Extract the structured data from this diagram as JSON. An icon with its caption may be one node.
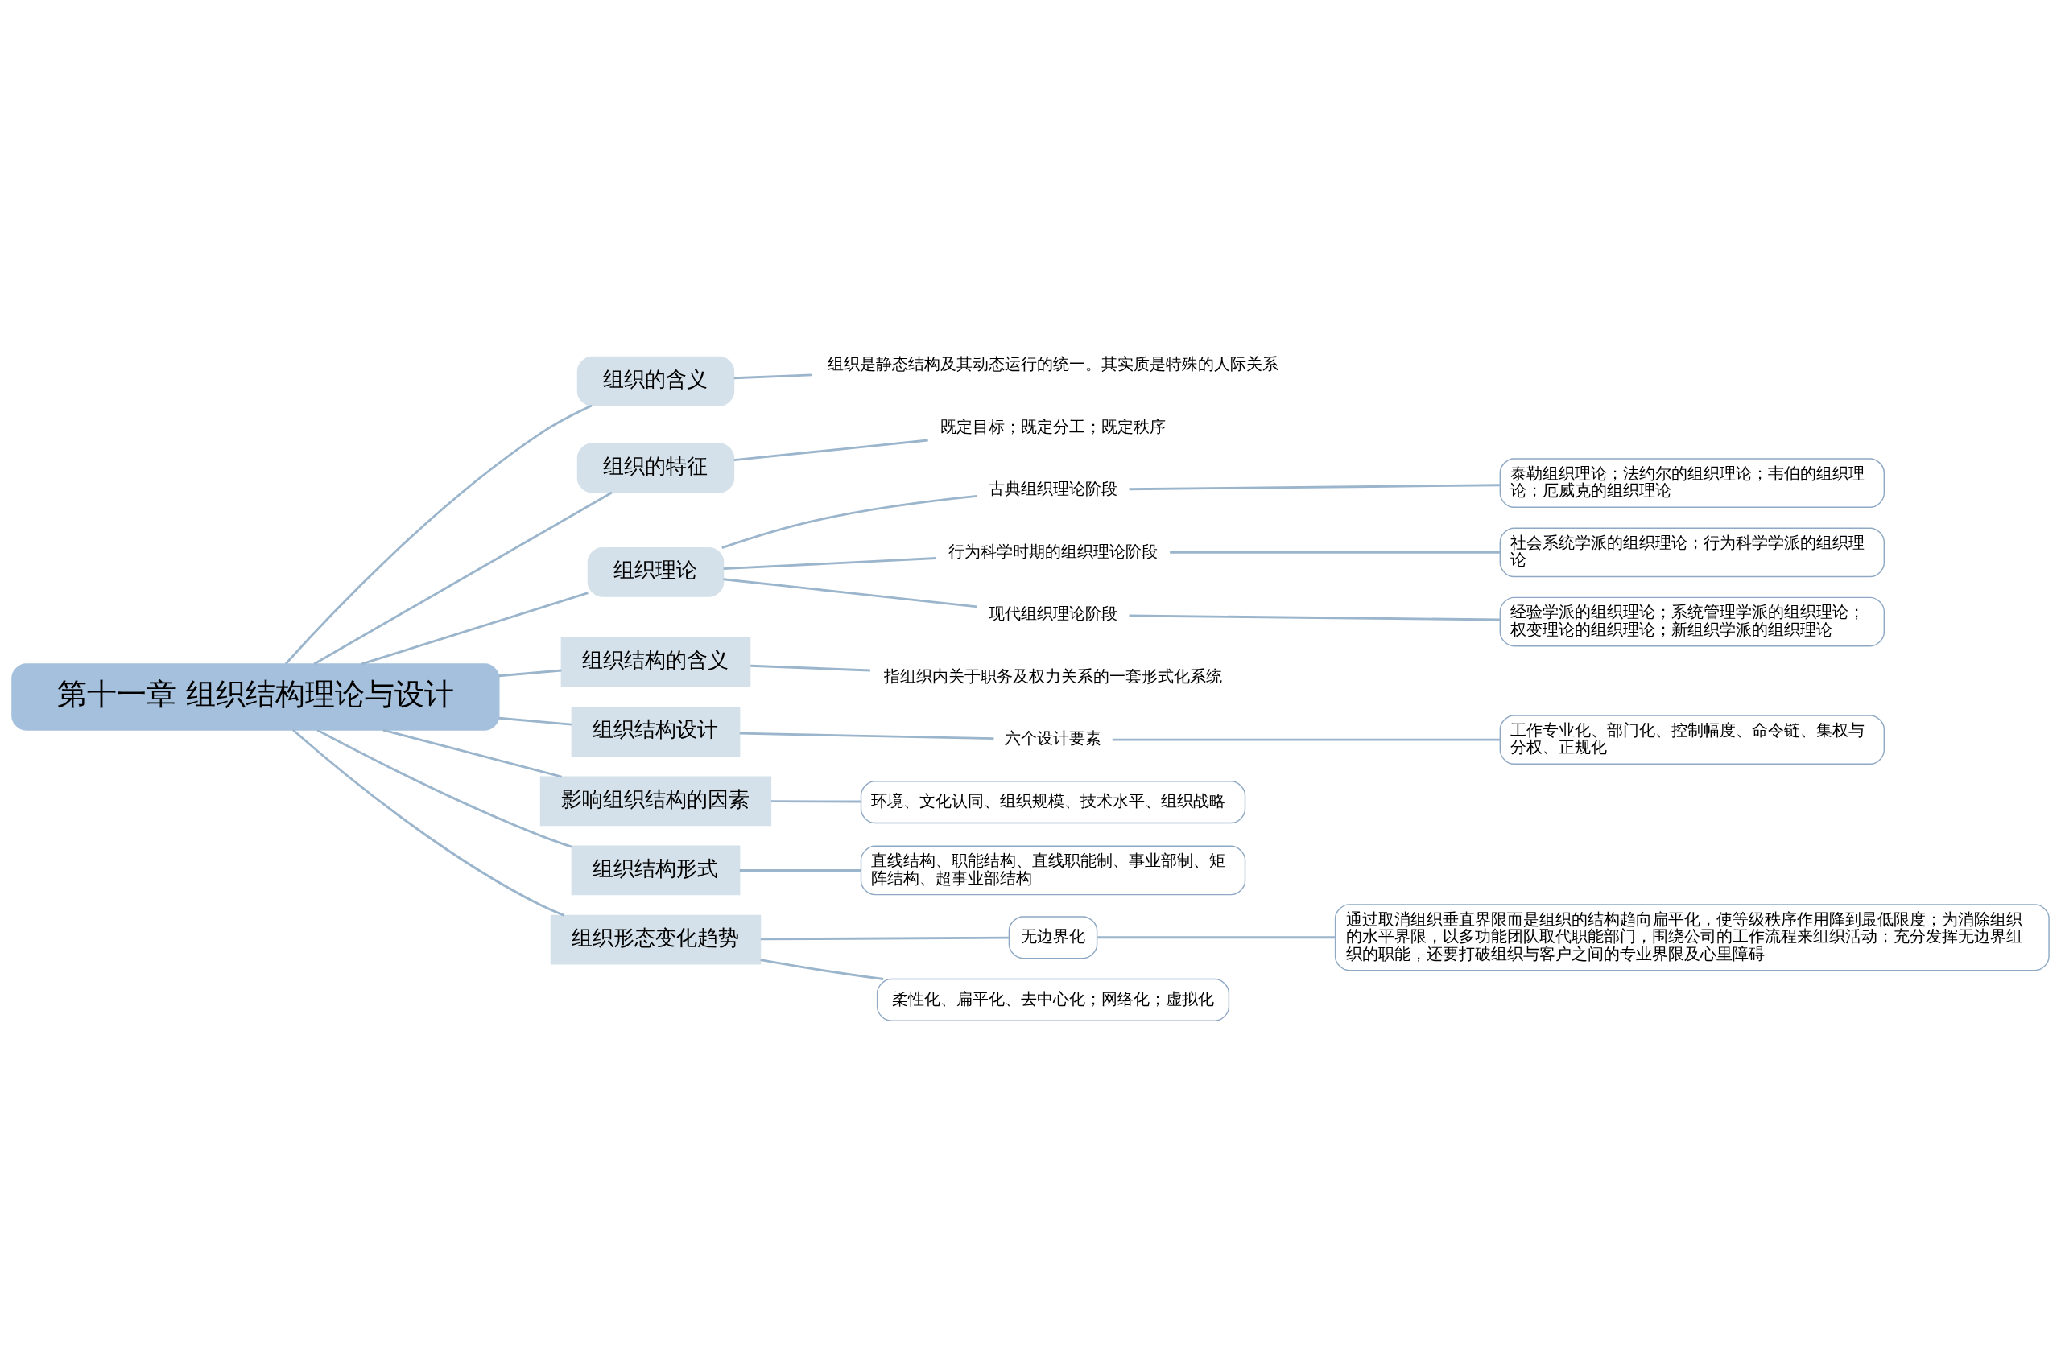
{
  "diagram": {
    "nodes": [
      {
        "text": [
          "第十一章 组织结构理论与设计"
        ]
      },
      {
        "text": [
          "组织的含义"
        ]
      },
      {
        "text": [
          "组织是静态结构及其动态运行的统一。其实质是特殊的人际关系"
        ]
      },
      {
        "text": [
          "组织的特征"
        ]
      },
      {
        "text": [
          "既定目标；既定分工；既定秩序"
        ]
      },
      {
        "text": [
          "组织理论"
        ]
      },
      {
        "text": [
          "古典组织理论阶段"
        ]
      },
      {
        "text": [
          "泰勒组织理论；法约尔的组织理论；韦伯的组织理论；厄威克的组织理论"
        ]
      },
      {
        "text": [
          "行为科学时期的组织理论阶段"
        ]
      },
      {
        "text": [
          "社会系统学派的组织理论；行为科学学派的组织理论"
        ]
      },
      {
        "text": [
          "现代组织理论阶段"
        ]
      },
      {
        "text": [
          "经验学派的组织理论；系统管理学派的组织理论；权变理论的组织理论；新组织学派的组织理论"
        ]
      },
      {
        "text": [
          "组织结构的含义"
        ]
      },
      {
        "text": [
          "指组织内关于职务及权力关系的一套形式化系统"
        ]
      },
      {
        "text": [
          "组织结构设计"
        ]
      },
      {
        "text": [
          "六个设计要素"
        ]
      },
      {
        "text": [
          "工作专业化、部门化、控制幅度、命令链、集权与分权、正规化"
        ]
      },
      {
        "text": [
          "影响组织结构的因素"
        ]
      },
      {
        "text": [
          "环境、文化认同、组织规模、技术水平、组织战略"
        ]
      },
      {
        "text": [
          "组织结构形式"
        ]
      },
      {
        "text": [
          "直线结构、职能结构、直线职能制、事业部制、矩阵结构、超事业部结构"
        ]
      },
      {
        "text": [
          "组织形态变化趋势"
        ]
      },
      {
        "text": [
          "无边界化"
        ]
      },
      {
        "text": [
          "通过取消组织垂直界限而是组织的结构趋向扁平化，使等级秩序作用降到最低限度；为消除组织的水平界限，以多功能团队取代职能部门，围绕公司的工作流程来组织活动；充分发挥无边界组织的职能，还要打破组织与客户之间的专业界限及心里障碍"
        ]
      },
      {
        "text": [
          "柔性化、扁平化、去中心化；网络化；虚拟化"
        ]
      }
    ],
    "edges": [
      {
        "from": 0,
        "to": 1,
        "arrow": "none"
      },
      {
        "from": 1,
        "to": 2,
        "arrow": "none"
      },
      {
        "from": 0,
        "to": 3,
        "arrow": "none"
      },
      {
        "from": 3,
        "to": 4,
        "arrow": "none"
      },
      {
        "from": 0,
        "to": 5,
        "arrow": "none"
      },
      {
        "from": 5,
        "to": 6,
        "arrow": "none"
      },
      {
        "from": 6,
        "to": 7,
        "arrow": "none"
      },
      {
        "from": 5,
        "to": 8,
        "arrow": "none"
      },
      {
        "from": 8,
        "to": 9,
        "arrow": "none"
      },
      {
        "from": 5,
        "to": 10,
        "arrow": "none"
      },
      {
        "from": 10,
        "to": 11,
        "arrow": "none"
      },
      {
        "from": 0,
        "to": 12,
        "arrow": "none"
      },
      {
        "from": 12,
        "to": 13,
        "arrow": "none"
      },
      {
        "from": 0,
        "to": 14,
        "arrow": "none"
      },
      {
        "from": 14,
        "to": 15,
        "arrow": "none"
      },
      {
        "from": 15,
        "to": 16,
        "arrow": "none"
      },
      {
        "from": 0,
        "to": 17,
        "arrow": "none"
      },
      {
        "from": 17,
        "to": 18,
        "arrow": "none"
      },
      {
        "from": 0,
        "to": 19,
        "arrow": "none"
      },
      {
        "from": 19,
        "to": 20,
        "arrow": "none"
      },
      {
        "from": 0,
        "to": 21,
        "arrow": "none"
      },
      {
        "from": 21,
        "to": 22,
        "arrow": "none"
      },
      {
        "from": 22,
        "to": 23,
        "arrow": "none"
      },
      {
        "from": 21,
        "to": 24,
        "arrow": "none"
      }
    ]
  }
}
